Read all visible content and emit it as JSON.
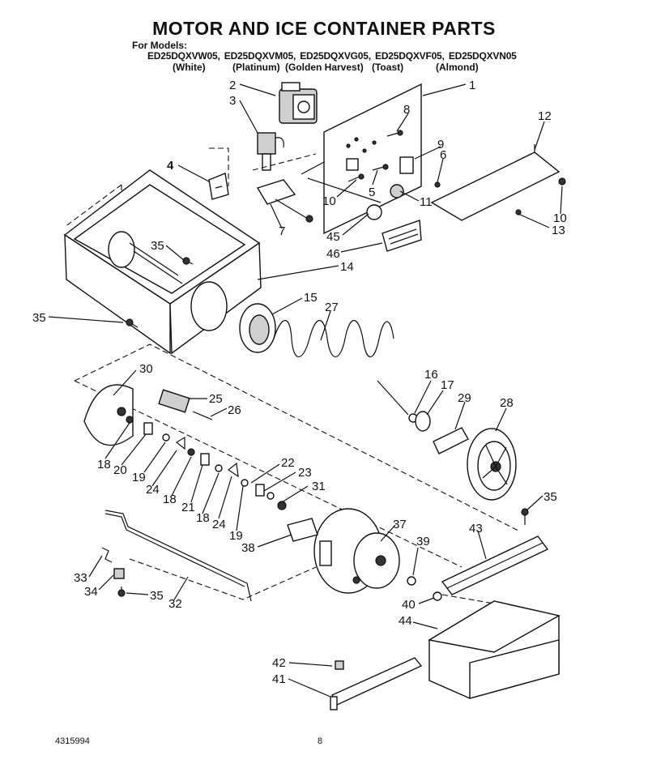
{
  "title": "MOTOR AND ICE CONTAINER PARTS",
  "for_models_label": "For Models:",
  "models": [
    "ED25DQXVW05,",
    "ED25DQXVM05,",
    "ED25DQXVG05,",
    "ED25DQXVF05,",
    "ED25DQXVN05"
  ],
  "finishes": [
    "(White)",
    "(Platinum)",
    "(Golden Harvest)",
    "(Toast)",
    "(Almond)"
  ],
  "callouts": {
    "c1": "1",
    "c2": "2",
    "c3": "3",
    "c4": "4",
    "c6": "6",
    "c7": "7",
    "c8": "8",
    "c9": "9",
    "c5": "5",
    "c10a": "10",
    "c10b": "10",
    "c11": "11",
    "c12": "12",
    "c13": "13",
    "c14": "14",
    "c15": "15",
    "c16": "16",
    "c17": "17",
    "c18a": "18",
    "c18b": "18",
    "c18c": "18",
    "c19a": "19",
    "c19b": "19",
    "c20": "20",
    "c21": "21",
    "c22": "22",
    "c23": "23",
    "c24a": "24",
    "c24b": "24",
    "c25": "25",
    "c26": "26",
    "c27": "27",
    "c28": "28",
    "c29": "29",
    "c30": "30",
    "c31": "31",
    "c32": "32",
    "c33": "33",
    "c34": "34",
    "c35a": "35",
    "c35b": "35",
    "c35c": "35",
    "c35d": "35",
    "c37": "37",
    "c38": "38",
    "c39": "39",
    "c40": "40",
    "c41": "41",
    "c42": "42",
    "c43": "43",
    "c44": "44",
    "c45": "45",
    "c46": "46"
  },
  "footer": {
    "doc_number": "4315994",
    "page_number": "8"
  }
}
